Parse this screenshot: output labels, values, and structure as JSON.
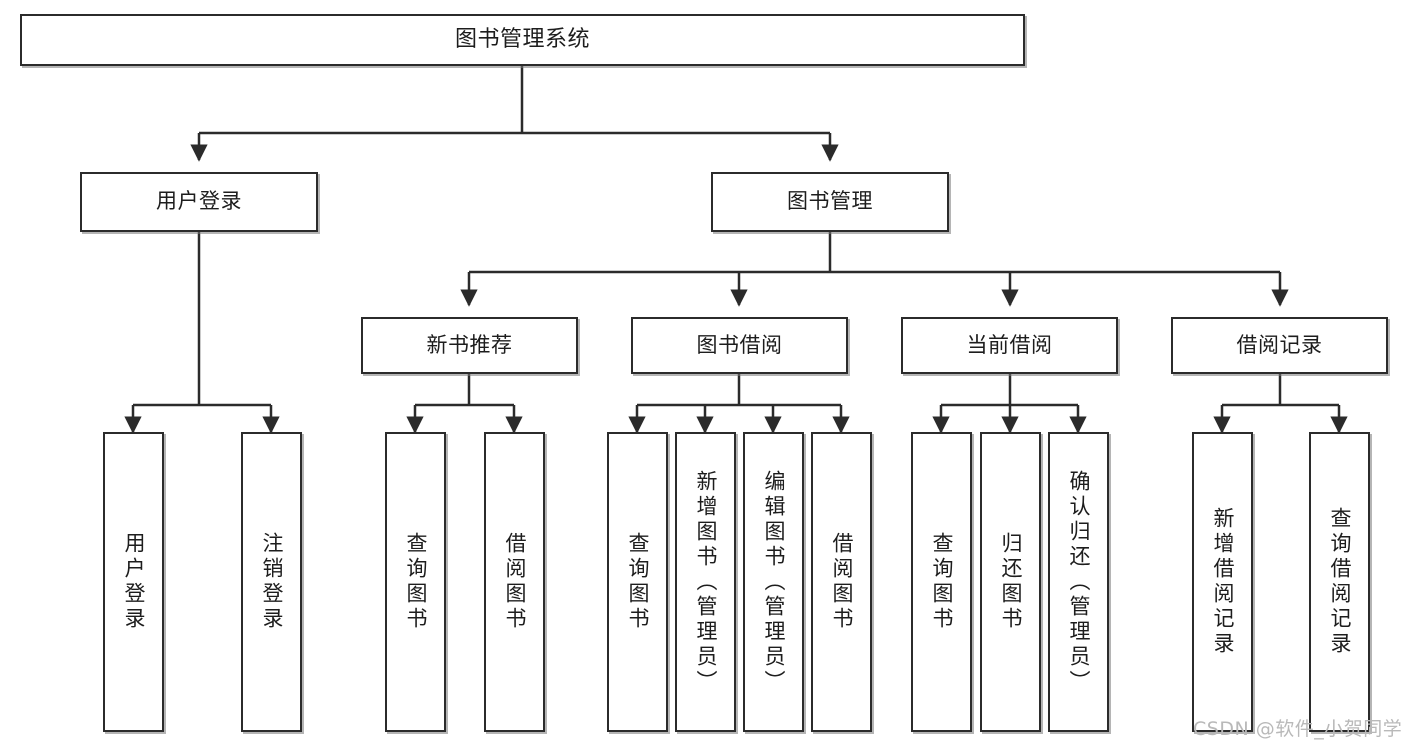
{
  "diagram": {
    "title": "图书管理系统",
    "type": "tree",
    "root": {
      "label": "图书管理系统"
    },
    "level2": [
      {
        "label": "用户登录"
      },
      {
        "label": "图书管理"
      }
    ],
    "level3": [
      {
        "label": "新书推荐"
      },
      {
        "label": "图书借阅"
      },
      {
        "label": "当前借阅"
      },
      {
        "label": "借阅记录"
      }
    ],
    "leaves": {
      "user_login": [
        {
          "label": "用户登录"
        },
        {
          "label": "注销登录"
        }
      ],
      "new_book_recommend": [
        {
          "label": "查询图书"
        },
        {
          "label": "借阅图书"
        }
      ],
      "book_borrow": [
        {
          "label": "查询图书"
        },
        {
          "label": "新增图书（管理员）"
        },
        {
          "label": "编辑图书（管理员）"
        },
        {
          "label": "借阅图书"
        }
      ],
      "current_borrow": [
        {
          "label": "查询图书"
        },
        {
          "label": "归还图书"
        },
        {
          "label": "确认归还（管理员）"
        }
      ],
      "borrow_record": [
        {
          "label": "新增借阅记录"
        },
        {
          "label": "查询借阅记录"
        }
      ]
    }
  },
  "watermark": {
    "text": "CSDN @软件_小贺同学"
  },
  "colors": {
    "border": "#2b2b2b",
    "text": "#1d1d1d",
    "background": "#ffffff",
    "watermark": "#b9b9b9"
  }
}
